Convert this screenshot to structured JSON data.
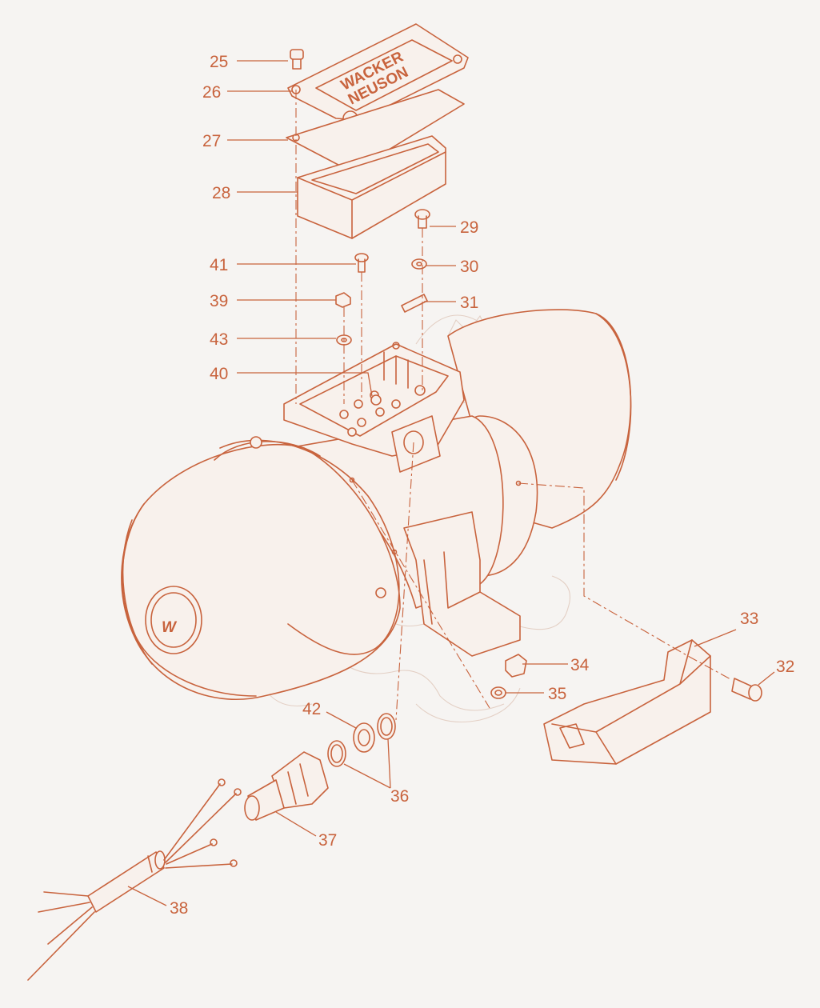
{
  "diagram": {
    "cover_text_line1": "WACKER",
    "cover_text_line2": "NEUSON",
    "logo_letter": "W",
    "accent_color": "#c8633d",
    "callouts": [
      {
        "id": "25",
        "label": "25"
      },
      {
        "id": "26",
        "label": "26"
      },
      {
        "id": "27",
        "label": "27"
      },
      {
        "id": "28",
        "label": "28"
      },
      {
        "id": "29",
        "label": "29"
      },
      {
        "id": "30",
        "label": "30"
      },
      {
        "id": "31",
        "label": "31"
      },
      {
        "id": "41",
        "label": "41"
      },
      {
        "id": "39",
        "label": "39"
      },
      {
        "id": "43",
        "label": "43"
      },
      {
        "id": "40",
        "label": "40"
      },
      {
        "id": "33",
        "label": "33"
      },
      {
        "id": "32",
        "label": "32"
      },
      {
        "id": "34",
        "label": "34"
      },
      {
        "id": "35",
        "label": "35"
      },
      {
        "id": "42",
        "label": "42"
      },
      {
        "id": "36",
        "label": "36"
      },
      {
        "id": "37",
        "label": "37"
      },
      {
        "id": "38",
        "label": "38"
      }
    ]
  }
}
